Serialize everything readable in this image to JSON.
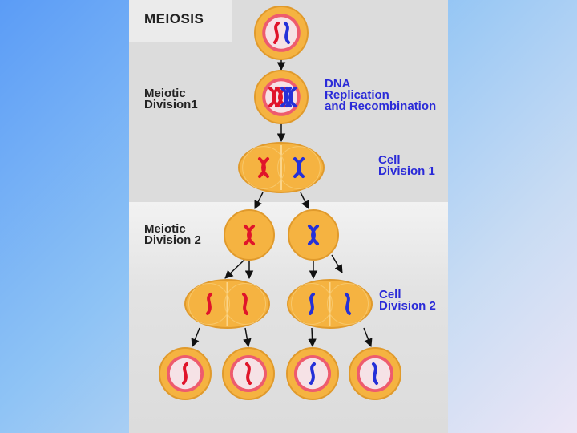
{
  "title": "MEIOSIS",
  "labels": {
    "meiotic_division_1": [
      "Meiotic",
      "Division1"
    ],
    "dna_replication": [
      "DNA",
      "Replication",
      "and Recombination"
    ],
    "cell_division_1": [
      "Cell",
      "Division 1"
    ],
    "meiotic_division_2": [
      "Meiotic",
      "Division 2"
    ],
    "cell_division_2": [
      "Cell",
      "Division 2"
    ]
  },
  "colors": {
    "cell_fill": "#f5b341",
    "cell_edge": "#e09a2c",
    "nucleus_ring": "#ee5b6e",
    "nucleus_fill": "#f6e2e6",
    "chromosome_red": "#e0142a",
    "chromosome_blue": "#2530d8",
    "text_blue": "#2a2ad8"
  }
}
